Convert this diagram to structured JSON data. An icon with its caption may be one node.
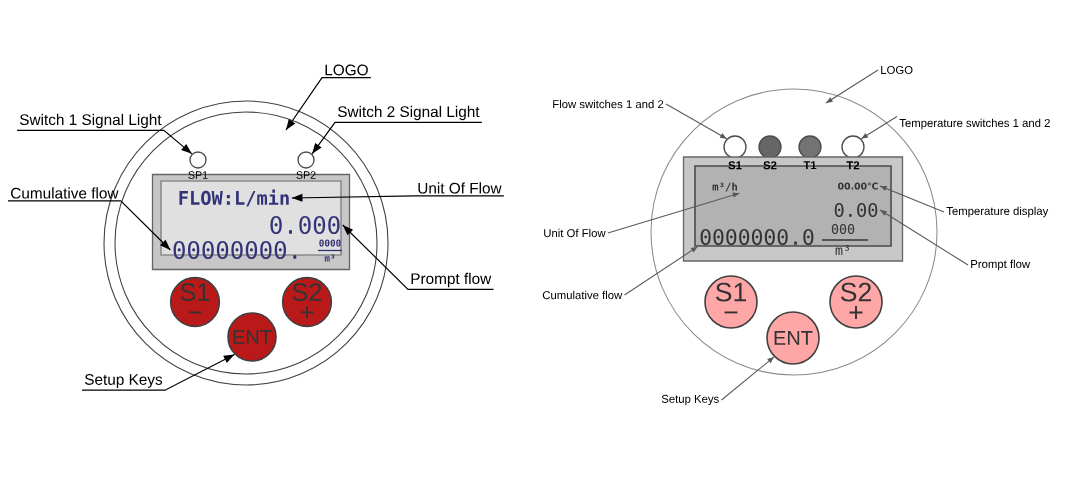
{
  "diagram": {
    "nodes": [
      {
        "text": [
          "Switch 1 Signal Light"
        ]
      },
      {
        "text": [],
        "shape": "circle",
        "beside": [
          "SP1"
        ]
      },
      {
        "text": [
          "Switch 2 Signal Light"
        ]
      },
      {
        "text": [],
        "shape": "circle",
        "beside": [
          "SP2"
        ]
      },
      {
        "text": [
          "LOGO"
        ]
      },
      {
        "text": [],
        "shape": "box"
      },
      {
        "text": [
          "FLOW:L/min"
        ],
        "in": 5
      },
      {
        "text": [
          "0.000"
        ],
        "in": 5
      },
      {
        "text": [
          "00000000."
        ],
        "in": 5
      },
      {
        "text": [
          "Unit Of Flow"
        ]
      },
      {
        "text": [
          "Cumulative flow"
        ]
      },
      {
        "text": [
          "Prompt flow"
        ]
      },
      {
        "text": [
          "Setup Keys"
        ]
      },
      {
        "text": [
          "S1",
          "−"
        ]
      },
      {
        "text": [
          "S2",
          "+"
        ]
      },
      {
        "text": [
          "ENT"
        ]
      },
      {
        "text": [
          "LOGO"
        ]
      },
      {
        "text": [
          "Flow switches 1 and 2"
        ]
      },
      {
        "text": [],
        "shape": "circle",
        "beside": [
          "S1"
        ]
      },
      {
        "text": [],
        "shape": "circle",
        "beside": [
          "S2"
        ]
      },
      {
        "text": [],
        "shape": "circle",
        "beside": [
          "T1"
        ]
      },
      {
        "text": [],
        "shape": "circle",
        "beside": [
          "T2"
        ]
      },
      {
        "text": [
          "Temperature switches 1 and 2"
        ]
      },
      {
        "text": [],
        "shape": "box"
      },
      {
        "text": [
          "m³/h"
        ],
        "in": 23
      },
      {
        "text": [
          "00.00℃"
        ],
        "in": 23
      },
      {
        "text": [
          "0.00"
        ],
        "in": 23
      },
      {
        "text": [
          "0000000.0"
        ],
        "in": 23
      },
      {
        "text": [
          "Temperature display"
        ]
      },
      {
        "text": [
          "Unit Of Flow"
        ]
      },
      {
        "text": [
          "Prompt flow"
        ]
      },
      {
        "text": [
          "Cumulative flow"
        ]
      },
      {
        "text": [
          "S1",
          "−"
        ]
      },
      {
        "text": [
          "S2",
          "+"
        ]
      },
      {
        "text": [
          "ENT"
        ]
      },
      {
        "text": [
          "Setup Keys"
        ]
      }
    ],
    "edges": [
      {
        "from": 0,
        "to": 1,
        "arrow": "to"
      },
      {
        "from": 2,
        "to": 3,
        "arrow": "to"
      },
      {
        "from": 4,
        "to": null,
        "arrow": "to"
      },
      {
        "from": 9,
        "to": 6,
        "arrow": "to"
      },
      {
        "from": 10,
        "to": 8,
        "arrow": "to"
      },
      {
        "from": 11,
        "to": 7,
        "arrow": "to"
      },
      {
        "from": 12,
        "to": 15,
        "arrow": "to"
      },
      {
        "from": 16,
        "to": null,
        "arrow": "to"
      },
      {
        "from": 17,
        "to": 18,
        "arrow": "to"
      },
      {
        "from": 22,
        "to": 21,
        "arrow": "to"
      },
      {
        "from": 28,
        "to": 25,
        "arrow": "to"
      },
      {
        "from": 29,
        "to": 24,
        "arrow": "to"
      },
      {
        "from": 30,
        "to": 26,
        "arrow": "to"
      },
      {
        "from": 31,
        "to": 27,
        "arrow": "to"
      },
      {
        "from": 35,
        "to": 34,
        "arrow": "to"
      }
    ],
    "labels": [
      "0000",
      "m³",
      "000",
      "m³"
    ]
  }
}
